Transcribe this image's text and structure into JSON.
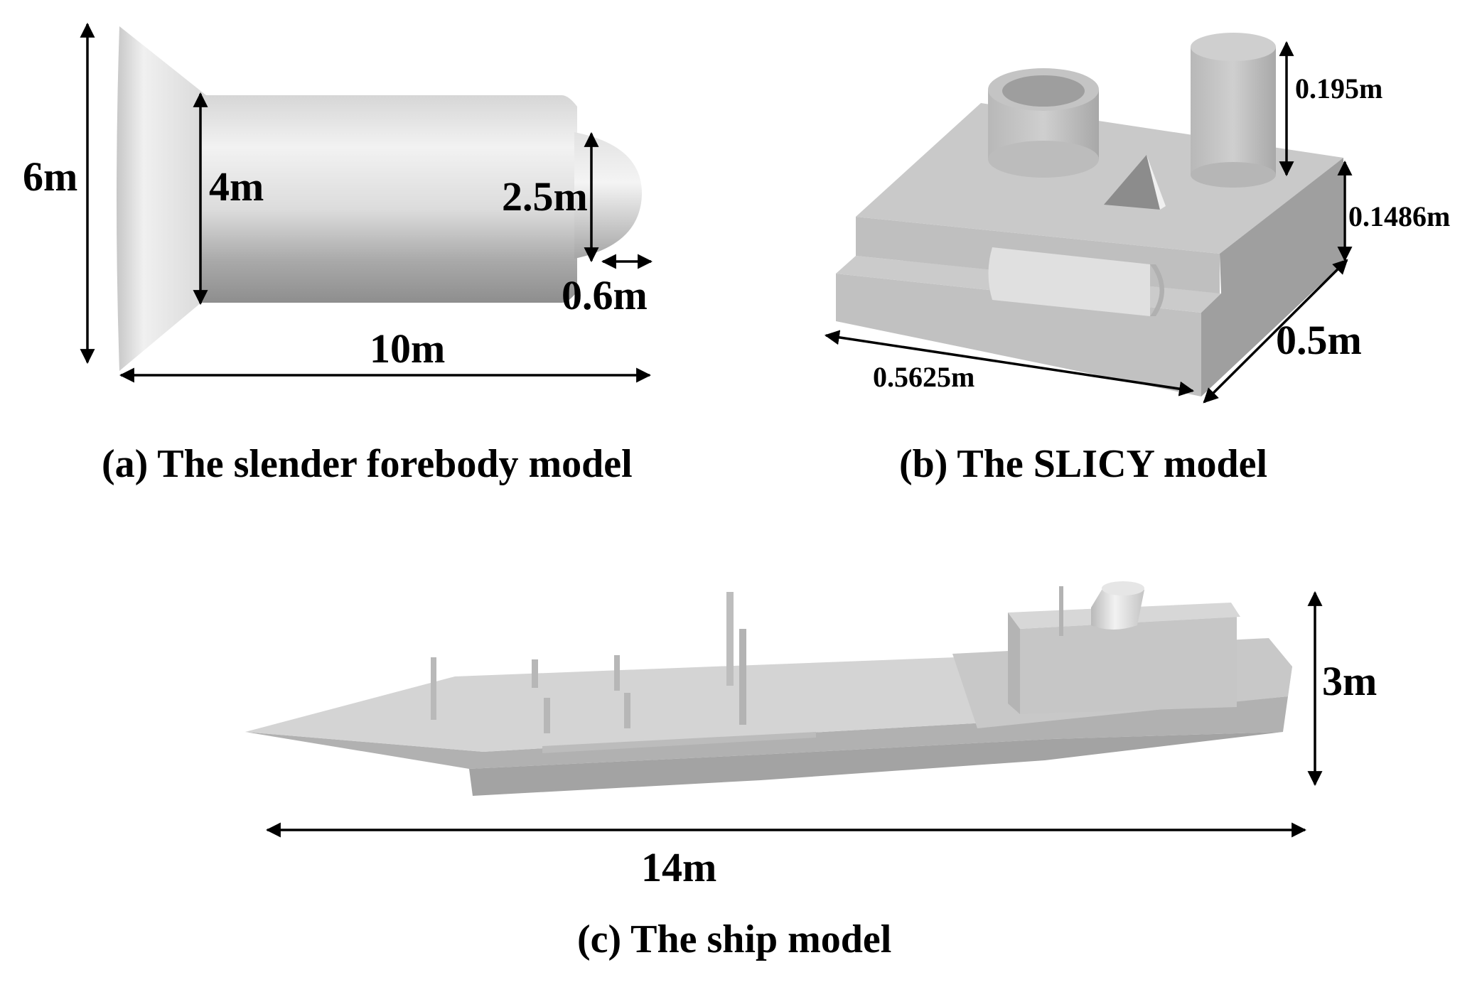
{
  "panels": {
    "a": {
      "caption": "(a) The slender forebody model",
      "dims": {
        "overall_height": "6m",
        "body_diameter": "4m",
        "nose_diameter": "2.5m",
        "nose_length": "0.6m",
        "overall_length": "10m"
      }
    },
    "b": {
      "caption": "(b) The SLICY model",
      "dims": {
        "cylinder_height": "0.195m",
        "box_height": "0.1486m",
        "depth": "0.5m",
        "width": "0.5625m"
      }
    },
    "c": {
      "caption": "(c) The ship model",
      "dims": {
        "height": "3m",
        "length": "14m"
      }
    }
  },
  "colors": {
    "text": "#000000",
    "model_gray": "#c4c4c4",
    "background": "#ffffff"
  }
}
